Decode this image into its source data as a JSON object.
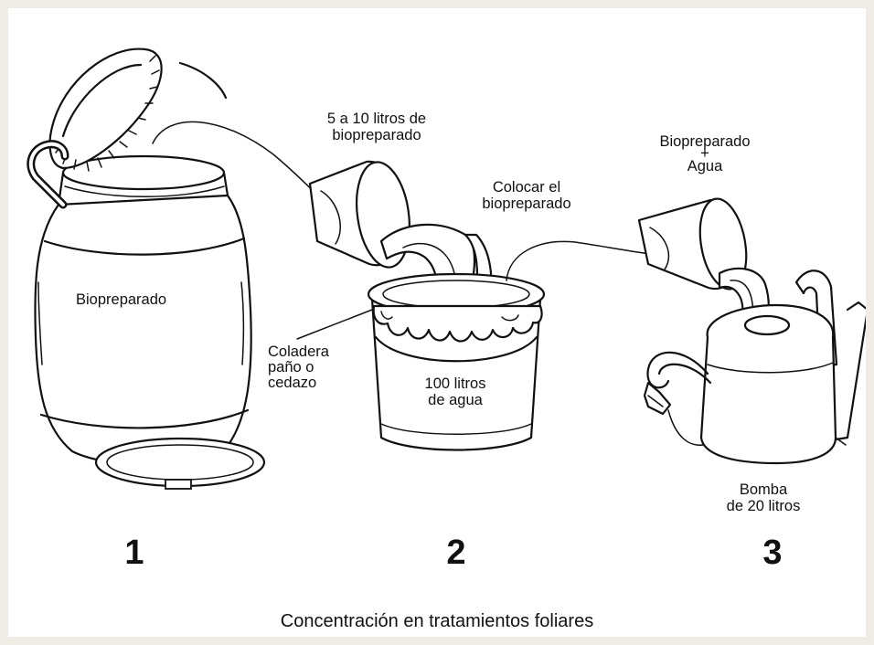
{
  "labels": {
    "barrel": "Biopreparado",
    "dose_line1": "5 a 10 litros de",
    "dose_line2": "biopreparado",
    "place_line1": "Colocar el",
    "place_line2": "biopreparado",
    "mix_line1": "Biopreparado",
    "mix_line2": "+",
    "mix_line3": "Agua",
    "strainer_line1": "Coladera",
    "strainer_line2": "paño o",
    "strainer_line3": "cedazo",
    "water_line1": "100 litros",
    "water_line2": "de agua",
    "pump_line1": "Bomba",
    "pump_line2": "de 20 litros"
  },
  "steps": [
    "1",
    "2",
    "3"
  ],
  "caption": "Concentración en tratamientos foliares",
  "icons": [
    "barrel-icon",
    "lid-icon",
    "bucket-icon",
    "pouring-bucket-icon",
    "strainer-icon",
    "backpack-sprayer-icon",
    "arrow-icon"
  ]
}
